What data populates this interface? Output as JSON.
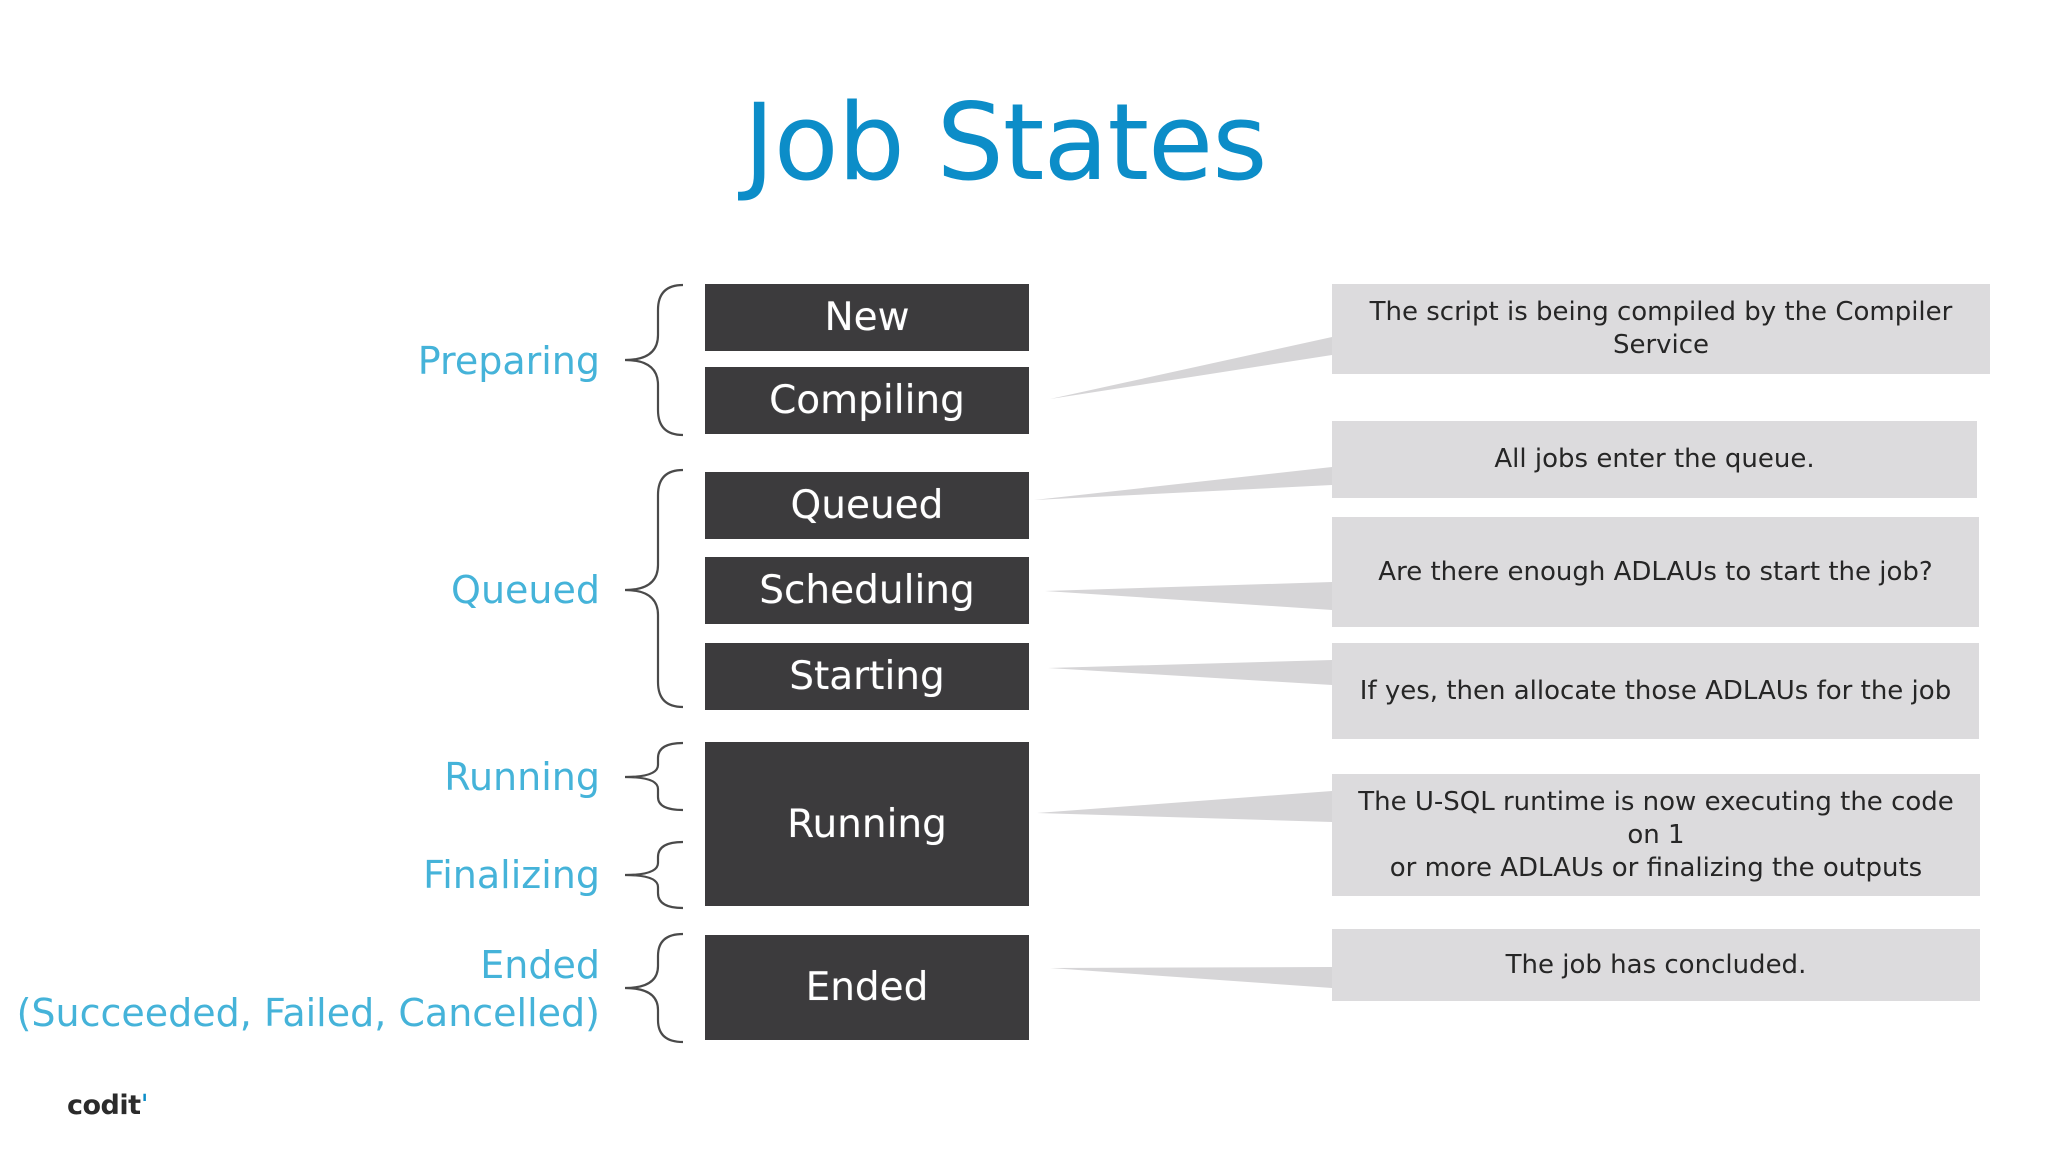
{
  "title": "Job States",
  "groups": [
    {
      "label": "Preparing"
    },
    {
      "label": "Queued"
    },
    {
      "label": "Running"
    },
    {
      "label": "Finalizing"
    },
    {
      "label": "Ended",
      "sub": "(Succeeded, Failed, Cancelled)"
    }
  ],
  "states": [
    "New",
    "Compiling",
    "Queued",
    "Scheduling",
    "Starting",
    "Running",
    "Ended"
  ],
  "descriptions": [
    "The script is being compiled by the Compiler Service",
    "All jobs enter the queue.",
    "Are there enough ADLAUs to start the job?",
    "If yes, then allocate those ADLAUs for the job",
    "The U-SQL runtime is now executing the code on 1\nor more ADLAUs or finalizing the outputs",
    "The job has concluded."
  ],
  "logo": {
    "text": "codit"
  },
  "colors": {
    "title": "#0c8dc8",
    "group_label": "#45b3d9",
    "state_box": "#3c3b3d",
    "description_box": "#dcdbdd",
    "brace": "#4a4a4a",
    "callout": "#d6d5d7"
  }
}
